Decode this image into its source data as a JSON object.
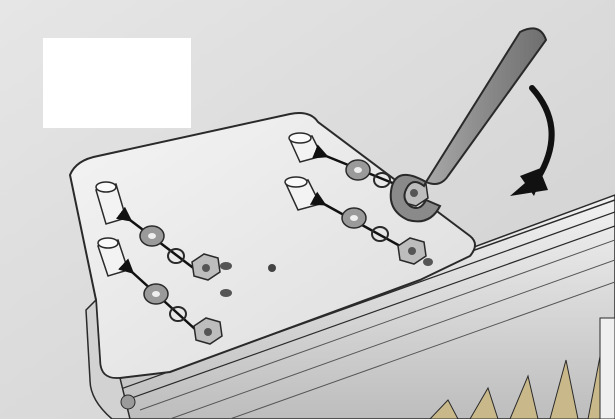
{
  "illustration": {
    "subject": "mounting-bracket-assembly",
    "fastener_sets": 4,
    "parts": [
      "stud",
      "washer",
      "lock-washer",
      "hex-nut",
      "wrench",
      "rotation-arrow"
    ],
    "rotation_direction": "clockwise"
  },
  "colors": {
    "background": "#d9d9d9",
    "bracket": "#ececec",
    "outline": "#2a2a2a",
    "metal": "#8d8d8d",
    "arrow": "#111111",
    "label_box": "#ffffff",
    "fins_accent": "#c9b98a"
  }
}
